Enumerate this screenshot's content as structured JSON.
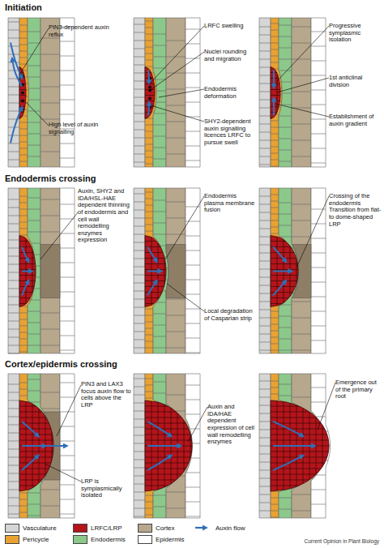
{
  "diagram": {
    "labels": [
      "Initiation",
      "PIN3-dependent auxin reflux",
      "High level of auxin signalling",
      "LRFC swelling",
      "Nuclei rounding and migration",
      "Endodermis deformation",
      "SHY2-dependent auxin signalling licences LRFC to pursue swell",
      "Progressive symplasmic isolation",
      "1st anticlinal division",
      "Establishment of auxin gradient",
      "Endodermis crossing",
      "Auxin, SHY2 and IDA/HSL-HAE dependent thinning of endodermis and cell wall remodelling enzymes expression",
      "Endodermis plasma membrane fusion",
      "Local degradation of Casparian strip",
      "Crossing of the endodermis Transition from flat- to dome-shaped LRP",
      "Cortex/epidermis crossing",
      "PIN3 and LAX3 focus auxin flow to cells above the LRP",
      "LRP is symplasmically isolated",
      "Auxin and IDA/HAE dependent expression of cell wall remodelling enzymes",
      "Emergence out of the primary root",
      "Current Opinion in Plant Biology"
    ],
    "legend": [
      {
        "text": "Vasculature",
        "color": "#d6d6d6"
      },
      {
        "text": "LRFC/LRP",
        "color": "#b3151b"
      },
      {
        "text": "Cortex",
        "color": "#b7a78c"
      },
      {
        "text": "Auxin flow"
      },
      {
        "text": "Pericycle",
        "color": "#e9a232"
      },
      {
        "text": "Endodermis",
        "color": "#8cc88a"
      },
      {
        "text": "Epidermis",
        "color": "#ffffff"
      }
    ]
  }
}
